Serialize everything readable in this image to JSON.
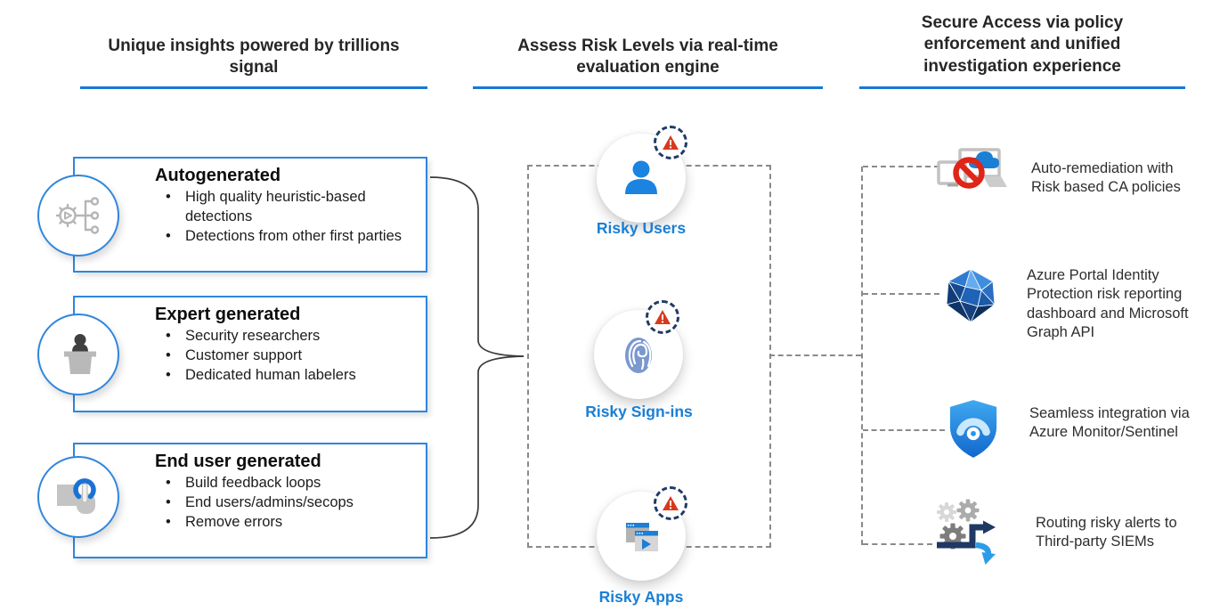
{
  "columns": {
    "insights": {
      "header": "Unique insights powered by trillions signal",
      "boxes": [
        {
          "icon": "process-flow-icon",
          "title": "Autogenerated",
          "bullets": [
            "High quality heuristic-based detections",
            "Detections from other first parties"
          ]
        },
        {
          "icon": "presenter-icon",
          "title": "Expert generated",
          "bullets": [
            "Security researchers",
            "Customer support",
            "Dedicated human labelers"
          ]
        },
        {
          "icon": "click-feedback-icon",
          "title": "End user generated",
          "bullets": [
            "Build feedback loops",
            "End users/admins/secops",
            "Remove errors"
          ]
        }
      ]
    },
    "assess": {
      "header": "Assess Risk Levels via real-time evaluation engine",
      "nodes": [
        {
          "icon": "user-icon",
          "badge": "warning-badge",
          "label": "Risky Users"
        },
        {
          "icon": "fingerprint-icon",
          "badge": "warning-badge",
          "label": "Risky Sign-ins"
        },
        {
          "icon": "app-windows-icon",
          "badge": "warning-badge",
          "label": "Risky Apps"
        }
      ]
    },
    "secure": {
      "header": "Secure Access via policy enforcement and unified investigation experience",
      "items": [
        {
          "icon": "blocked-device-icon",
          "text": "Auto-remediation with Risk based CA policies"
        },
        {
          "icon": "identity-protection-icon",
          "text": "Azure Portal Identity Protection risk reporting dashboard and Microsoft Graph API"
        },
        {
          "icon": "shield-monitor-icon",
          "text": "Seamless integration via Azure Monitor/Sentinel"
        },
        {
          "icon": "routing-gears-icon",
          "text": "Routing risky alerts to Third-party SIEMs"
        }
      ]
    }
  },
  "colors": {
    "accent_blue": "#1b7fd4",
    "underline_blue": "#1579d6",
    "box_border_blue": "#2e86de",
    "label_blue": "#1b7fd4",
    "dashed_gray": "#8a8a8a",
    "warning_red": "#d8391d",
    "prohibition_red": "#e02417",
    "icon_gray": "#b5b5b5",
    "fingerprint_blue": "#7b98cf",
    "arrow_navy": "#1f3864",
    "arrow_blue": "#2d9ce8"
  }
}
